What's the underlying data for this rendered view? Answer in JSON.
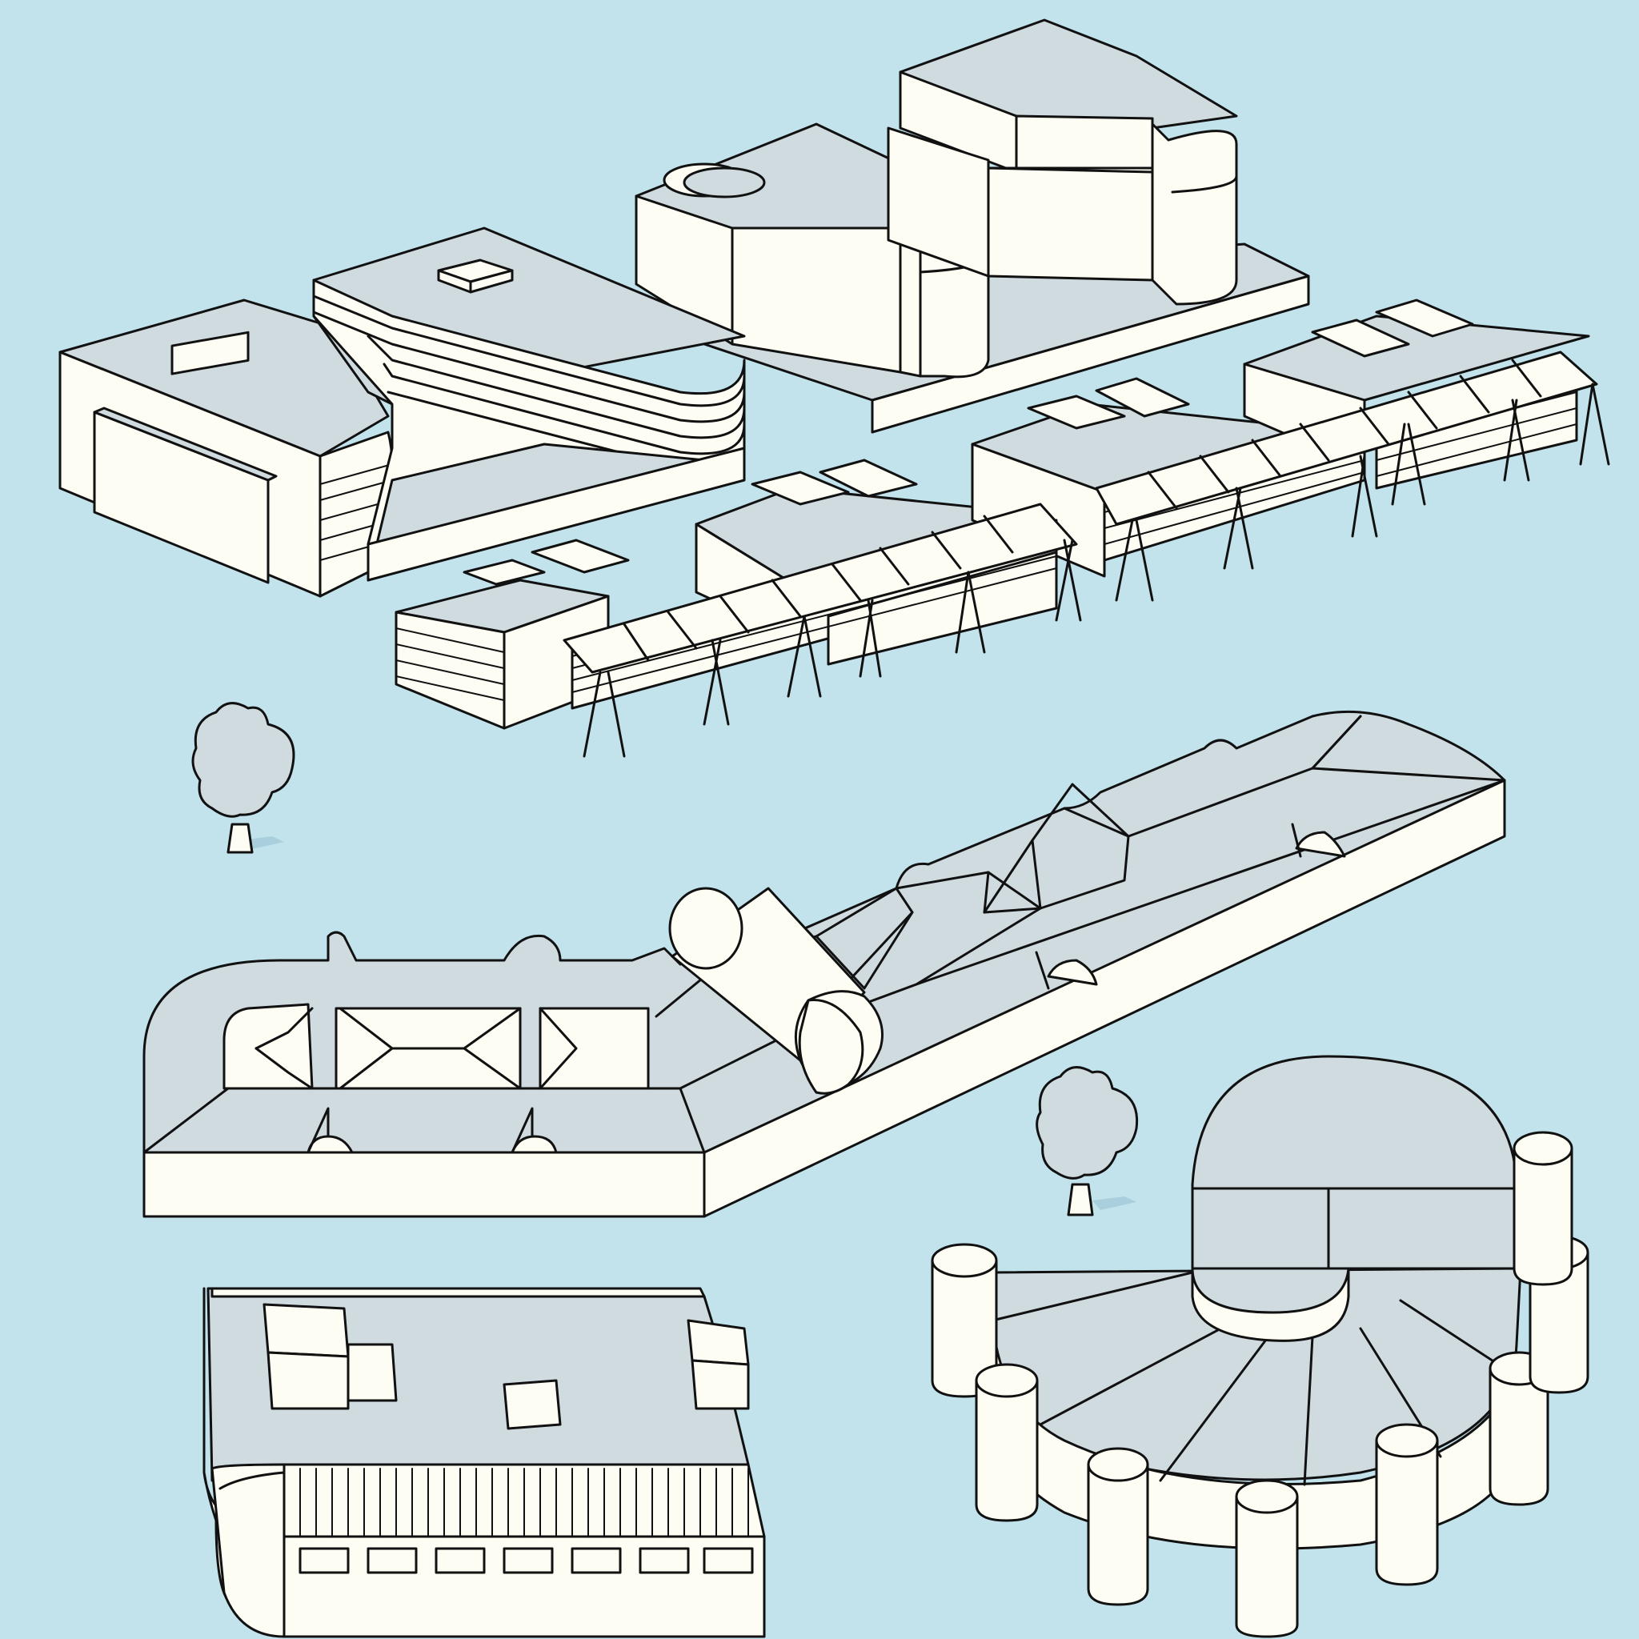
{
  "scene": {
    "background": "#c3e3ec",
    "roof_color": "#d0dbe0",
    "wall_color": "#fdfdf3",
    "outline_color": "#111111"
  },
  "elements": [
    {
      "name": "office-building-slab",
      "kind": "building"
    },
    {
      "name": "curved-office-building",
      "kind": "building"
    },
    {
      "name": "twin-tower-complex",
      "kind": "building"
    },
    {
      "name": "terraced-building-row",
      "kind": "building"
    },
    {
      "name": "palace-complex",
      "kind": "building"
    },
    {
      "name": "department-store",
      "kind": "building"
    },
    {
      "name": "round-arena-with-towers",
      "kind": "building"
    },
    {
      "name": "tree-left",
      "kind": "tree"
    },
    {
      "name": "tree-right",
      "kind": "tree"
    }
  ]
}
